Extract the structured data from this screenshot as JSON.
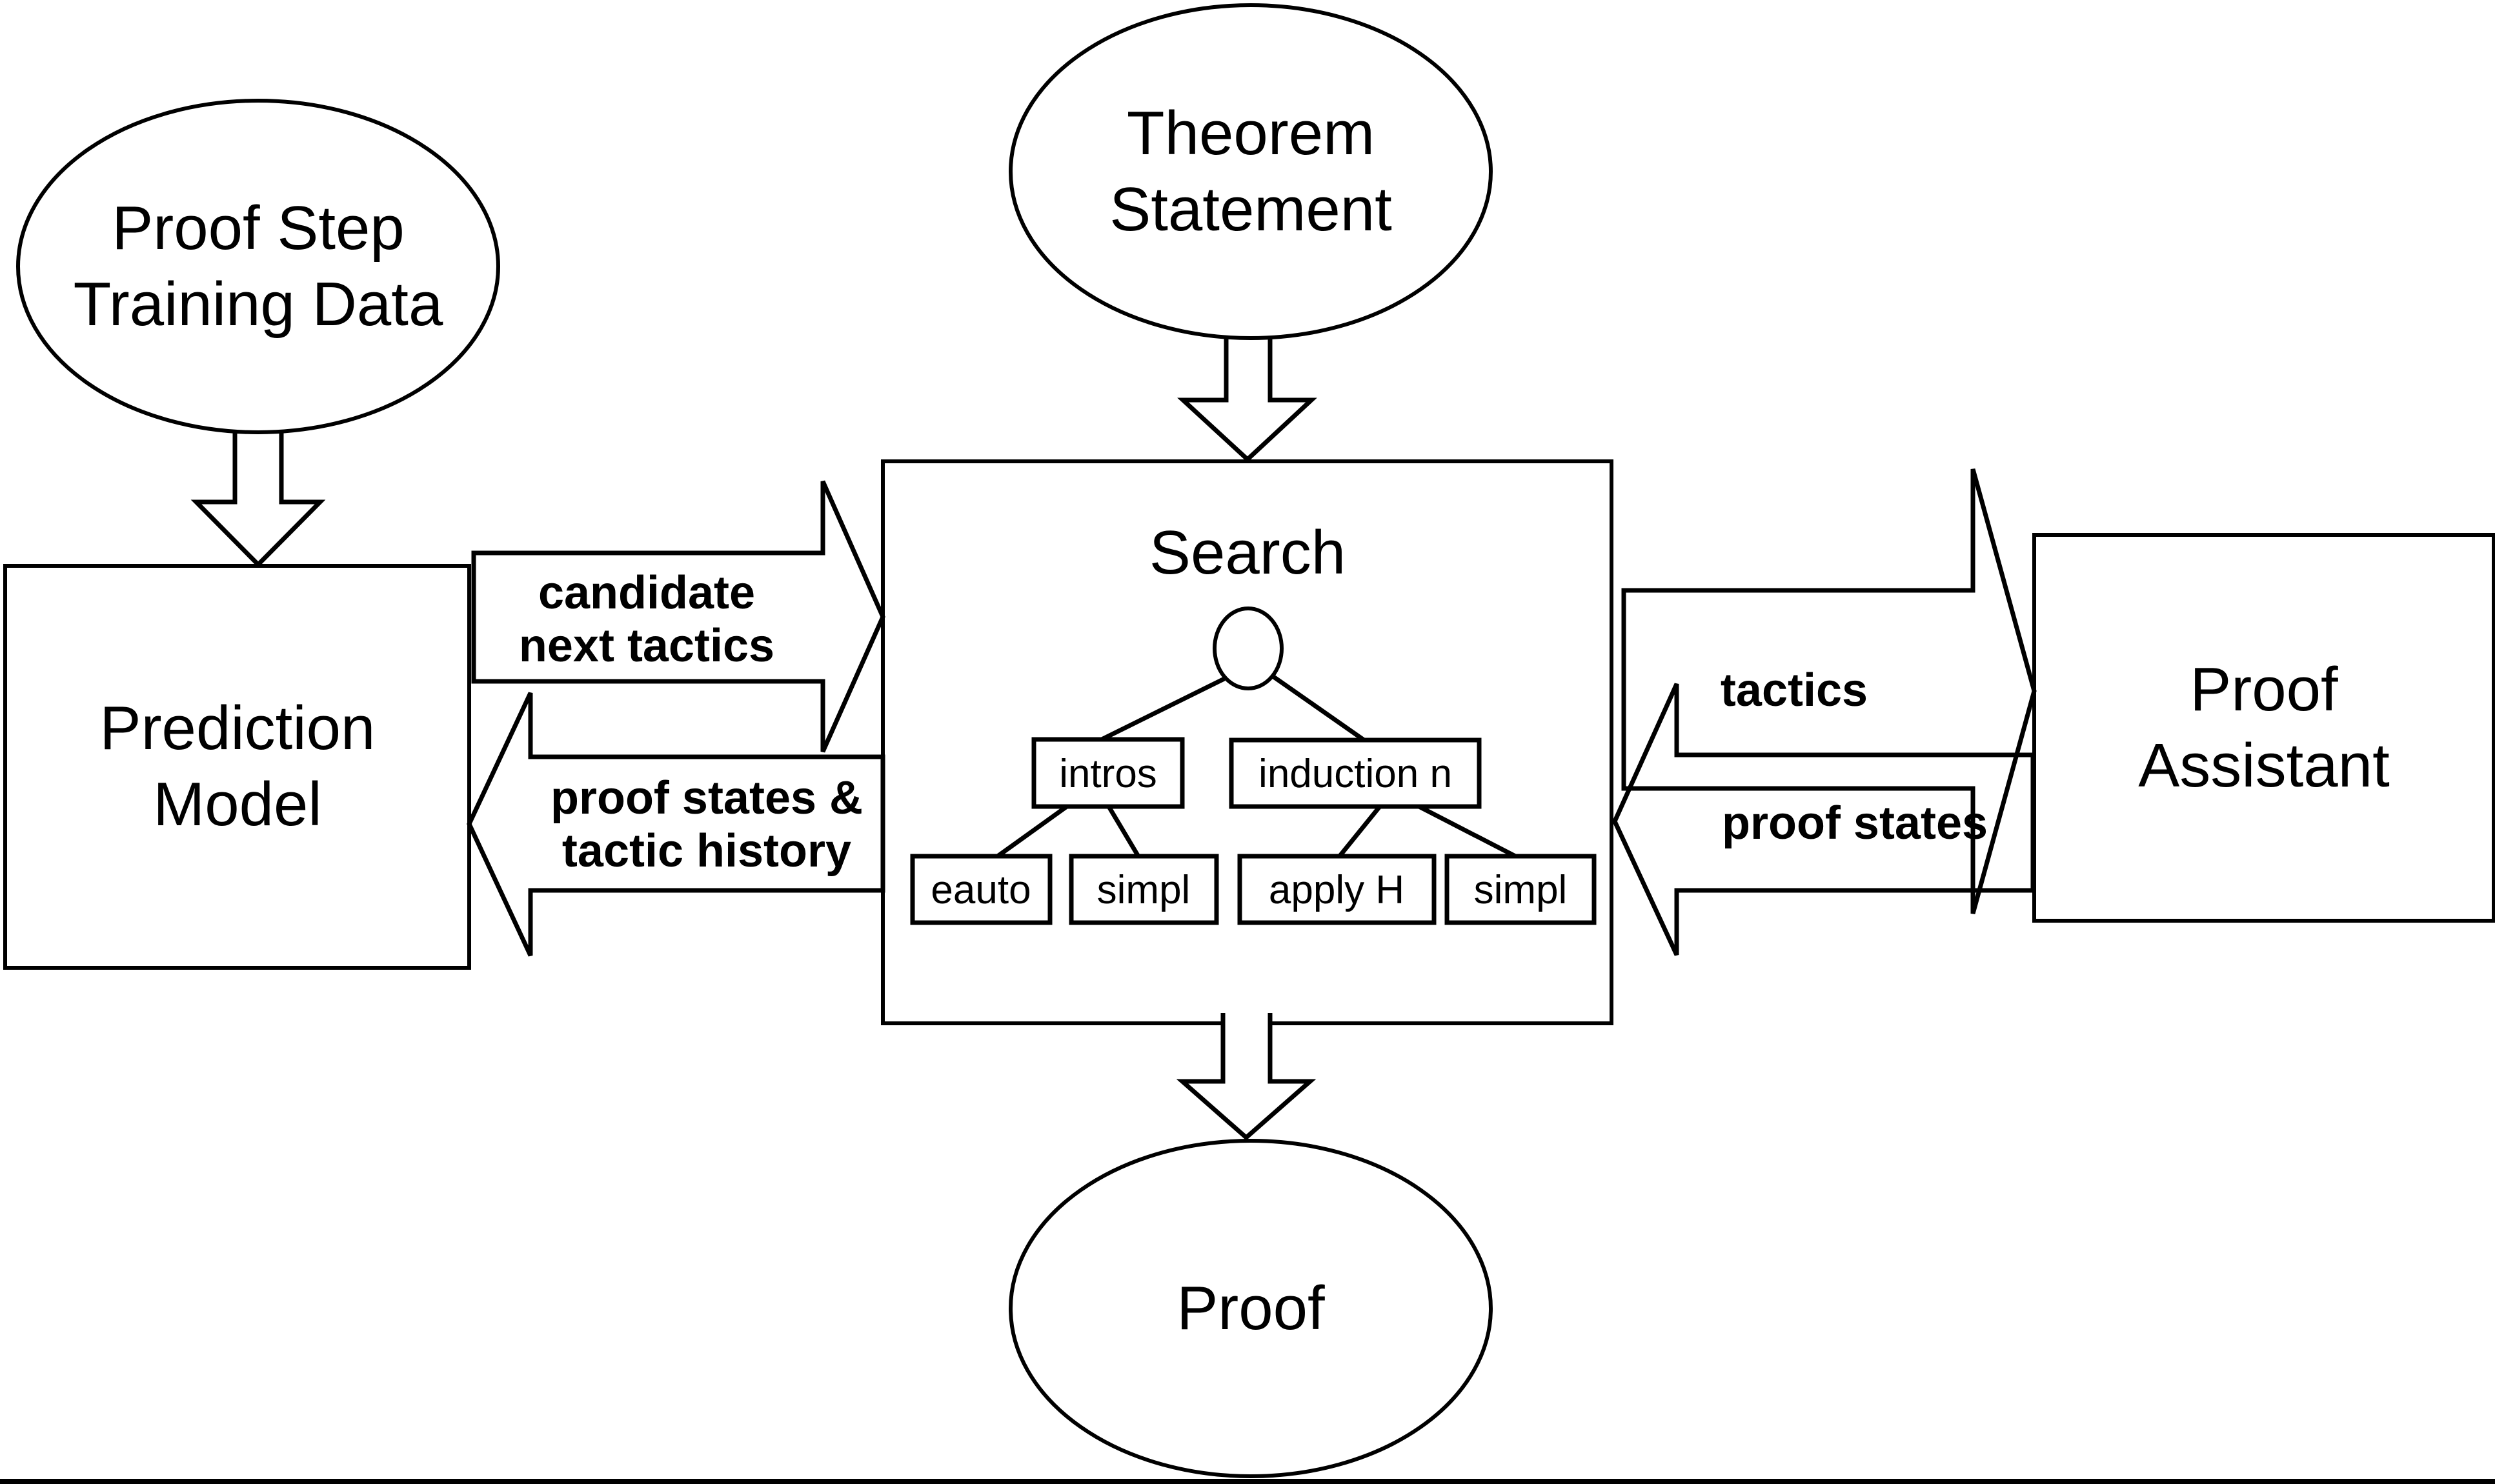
{
  "figure": {
    "nodes": {
      "training_data": {
        "line1": "Proof Step",
        "line2": "Training Data"
      },
      "theorem_statement": {
        "line1": "Theorem",
        "line2": "Statement"
      },
      "prediction_model": {
        "line1": "Prediction",
        "line2": "Model"
      },
      "search": {
        "title": "Search"
      },
      "proof_assistant": {
        "line1": "Proof",
        "line2": "Assistant"
      },
      "proof": {
        "label": "Proof"
      }
    },
    "search_tree": {
      "branch_nodes": [
        "intros",
        "induction n"
      ],
      "leaf_nodes": [
        "eauto",
        "simpl",
        "apply H",
        "simpl"
      ]
    },
    "flows": {
      "candidate_next_tactics": {
        "line1": "candidate",
        "line2": "next tactics"
      },
      "proof_states_tactic_history": {
        "line1": "proof states &",
        "line2": "tactic history"
      },
      "tactics": {
        "label": "tactics"
      },
      "proof_states": {
        "label": "proof states"
      }
    },
    "colors": {
      "stroke": "#000000",
      "background": "#ffffff"
    }
  }
}
